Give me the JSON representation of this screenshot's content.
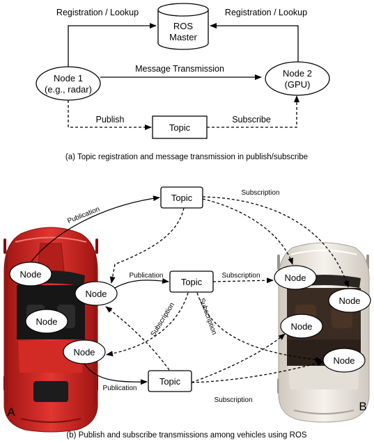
{
  "part_a": {
    "ros_master": [
      "ROS",
      "Master"
    ],
    "node1": [
      "Node 1",
      "(e.g., radar)"
    ],
    "node2": [
      "Node 2",
      "(GPU)"
    ],
    "topic": "Topic",
    "registration_left": "Registration / Lookup",
    "registration_right": "Registration / Lookup",
    "message": "Message Transmission",
    "publish": "Publish",
    "subscribe": "Subscribe",
    "caption": "(a) Topic registration and message transmission in publish/subscribe"
  },
  "part_b": {
    "topic": "Topic",
    "node": "Node",
    "publication": "Publication",
    "subscription": "Subscription",
    "label_a": "A",
    "label_b": "B",
    "caption": "(b) Publish and subscribe transmissions among vehicles using ROS"
  },
  "colors": {
    "car_a": "#d42b26",
    "car_b": "#ece7df",
    "line": "#000000"
  }
}
